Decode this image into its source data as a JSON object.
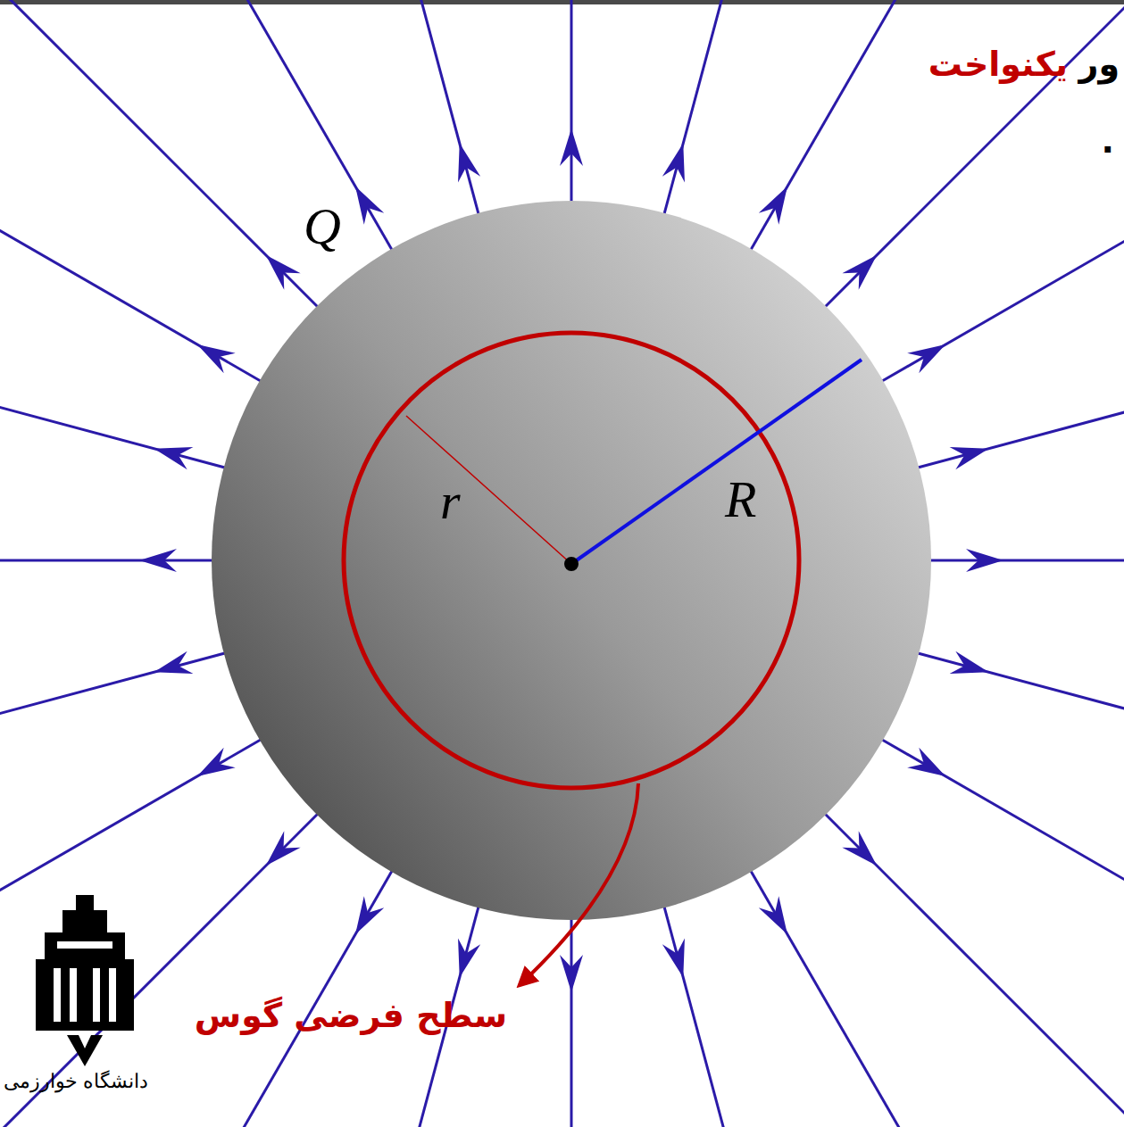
{
  "diagram": {
    "labels": [
      "ور",
      "یکنواخت",
      ".",
      "Q",
      "r",
      "R",
      "سطح فرضی گوس",
      "دانشگاه خوارزمی"
    ]
  }
}
